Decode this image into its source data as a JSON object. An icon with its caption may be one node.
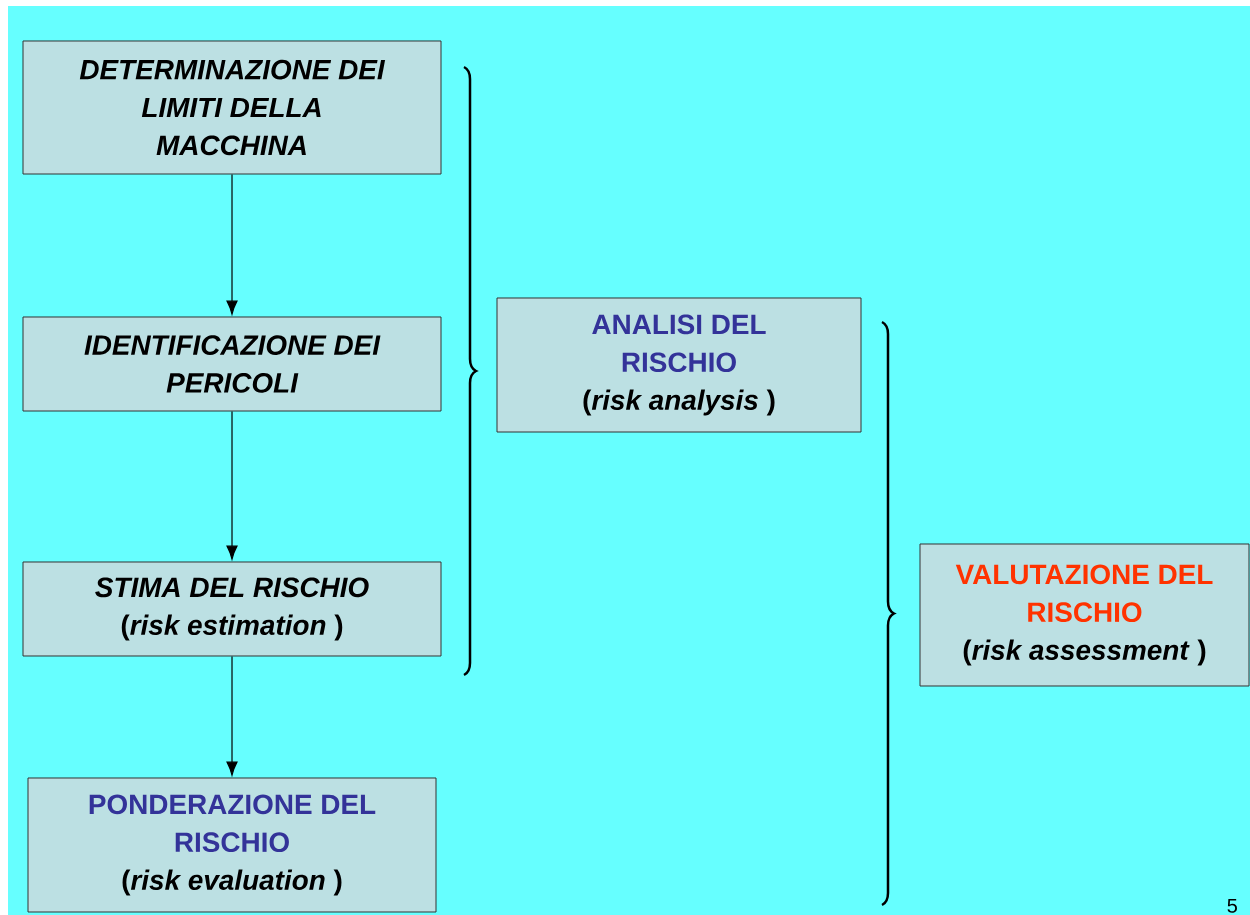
{
  "diagram": {
    "nodes": [
      {
        "text": [
          "DETERMINAZIONE DEI LIMITI DELLA MACCHINA"
        ]
      },
      {
        "text": [
          "IDENTIFICAZIONE DEI PERICOLI"
        ]
      },
      {
        "text": [
          "STIMA DEL RISCHIO",
          "(*risk estimation* )"
        ]
      },
      {
        "text": [
          "PONDERAZIONE DEL RISCHIO",
          "(*risk evaluation* )"
        ]
      },
      {
        "text": [
          "ANALISI DEL RISCHIO",
          "(*risk analysis* )"
        ]
      },
      {
        "text": [
          "VALUTAZIONE DEL RISCHIO",
          "(*risk assessment* )"
        ]
      }
    ],
    "edges": [
      {
        "from": 0,
        "to": 1,
        "arrow": "to"
      },
      {
        "from": 1,
        "to": 2,
        "arrow": "to"
      },
      {
        "from": 2,
        "to": 3,
        "arrow": "to"
      }
    ],
    "labels": [
      "5"
    ]
  }
}
